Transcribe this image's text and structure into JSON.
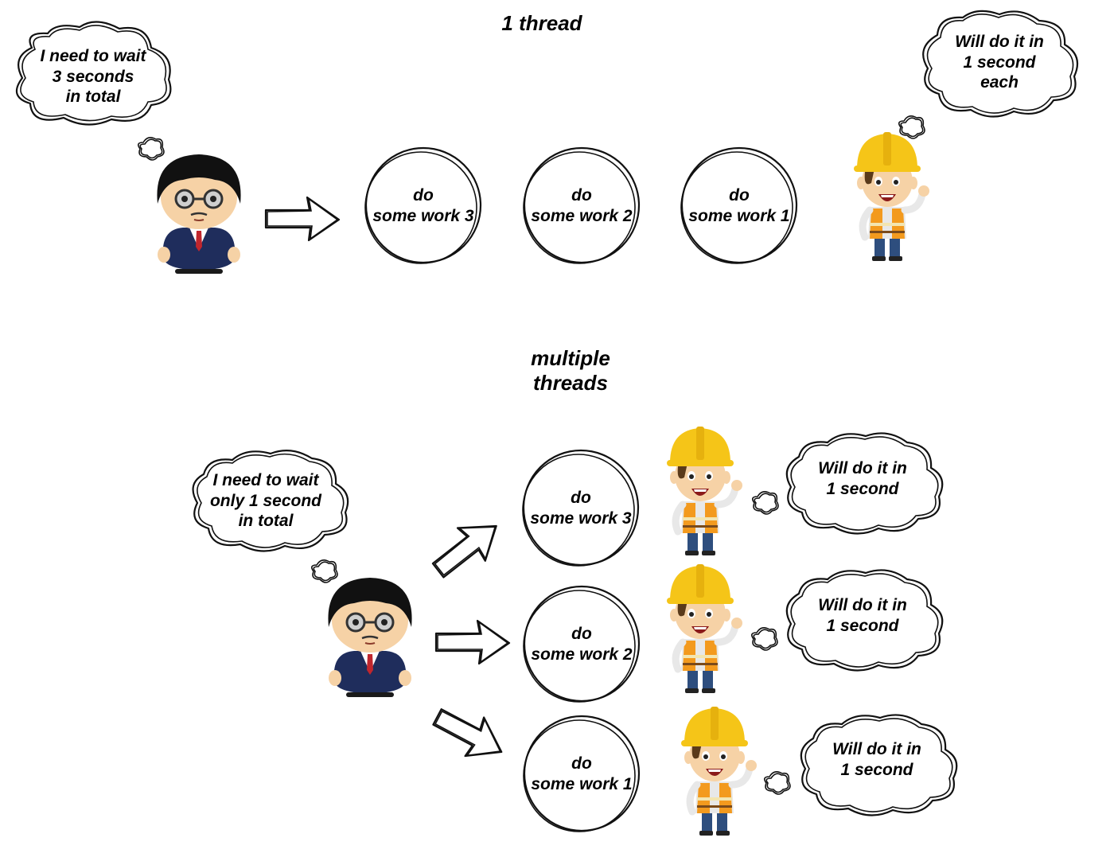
{
  "section_single": {
    "title": "1 thread",
    "boss_thought": [
      "I need to wait",
      "3 seconds",
      "in total"
    ],
    "worker_thought": [
      "Will do it in",
      "1 second",
      "each"
    ],
    "tasks": [
      {
        "line1": "do",
        "line2": "some work 3"
      },
      {
        "line1": "do",
        "line2": "some work 2"
      },
      {
        "line1": "do",
        "line2": "some work 1"
      }
    ]
  },
  "section_multi": {
    "title_line1": "multiple",
    "title_line2": "threads",
    "boss_thought": [
      "I need to wait",
      "only 1 second",
      "in total"
    ],
    "tasks": [
      {
        "line1": "do",
        "line2": "some work 3"
      },
      {
        "line1": "do",
        "line2": "some work 2"
      },
      {
        "line1": "do",
        "line2": "some work 1"
      }
    ],
    "worker_thoughts": [
      [
        "Will do it in",
        "1 second"
      ],
      [
        "Will do it in",
        "1 second"
      ],
      [
        "Will do it in",
        "1 second"
      ]
    ]
  },
  "colors": {
    "helmet": "#f5c518",
    "vest": "#f39a1e",
    "suit": "#1f2d5c",
    "hair": "#111111",
    "skin": "#f6d2a6"
  },
  "icons": [
    "boss-character-icon",
    "worker-character-icon",
    "thought-cloud-icon",
    "hollow-arrow-icon"
  ]
}
